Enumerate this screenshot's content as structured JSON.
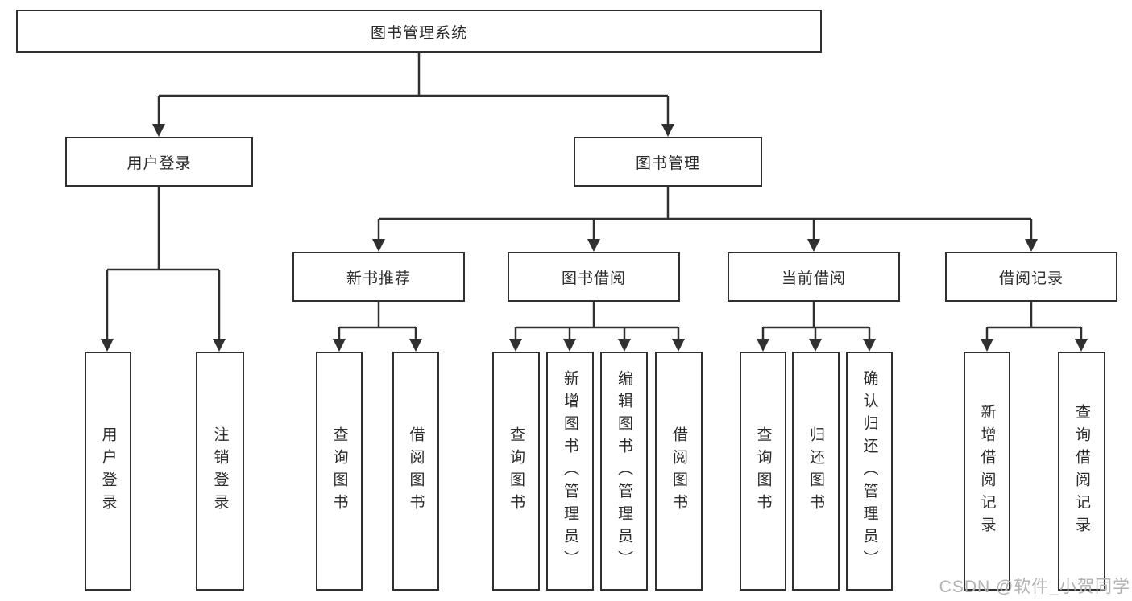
{
  "diagram": {
    "root": {
      "label": "图书管理系统"
    },
    "level1": [
      {
        "label": "用户登录"
      },
      {
        "label": "图书管理"
      }
    ],
    "level2": [
      {
        "label": "新书推荐"
      },
      {
        "label": "图书借阅"
      },
      {
        "label": "当前借阅"
      },
      {
        "label": "借阅记录"
      }
    ],
    "leaves": {
      "user_login": [
        "用户登录",
        "注销登录"
      ],
      "new_books": [
        "查询图书",
        "借阅图书"
      ],
      "borrowing": [
        "查询图书",
        "新增图书（管理员）",
        "编辑图书（管理员）",
        "借阅图书"
      ],
      "current": [
        "查询图书",
        "归还图书",
        "确认归还（管理员）"
      ],
      "records": [
        "新增借阅记录",
        "查询借阅记录"
      ]
    }
  },
  "watermark": "CSDN @软件_小贺同学",
  "colors": {
    "line": "#303030",
    "text": "#2b2b2b",
    "background": "#ffffff",
    "watermark_color": "#b3b3b3"
  }
}
